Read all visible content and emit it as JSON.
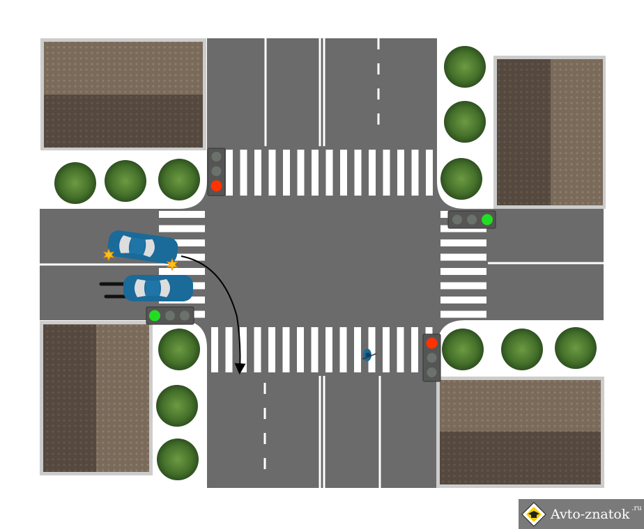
{
  "logo": {
    "text": "Avto-znatok",
    "suffix": ".ru"
  },
  "colors": {
    "road": "#6b6b6b",
    "marking": "#ffffff",
    "car": "#1a6a9a",
    "signal_red": "#ff3300",
    "signal_green": "#22dd22",
    "roof_light": "#7a6a5a",
    "roof_dark": "#55493f",
    "tree": "#4e7a2e"
  },
  "signals": {
    "north": "red",
    "east": "green",
    "west": "green",
    "south": "red"
  }
}
